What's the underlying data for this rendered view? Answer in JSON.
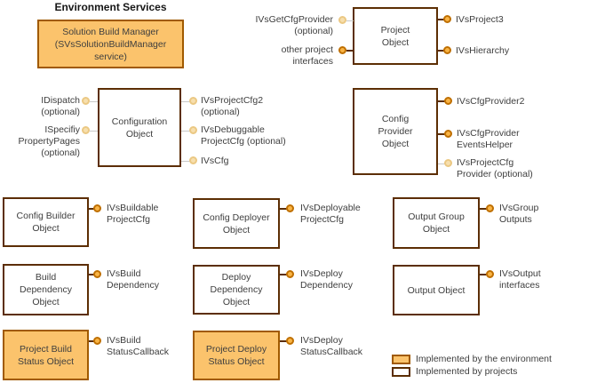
{
  "title": "Environment Services",
  "colors": {
    "environment_fill": "#FBC36C",
    "environment_border": "#A05A00",
    "project_border": "#5C2E04",
    "connector_strong": "#5C2E04",
    "connector_optional": "#C8C8C8",
    "dot_strong_fill": "#F9B445",
    "dot_strong_ring": "#BF6F00",
    "dot_optional_fill": "#F7DFAD",
    "dot_optional_ring": "#EBC883"
  },
  "boxes": {
    "solution_build_manager": "Solution Build Manager\n(SVsSolutionBuildManager\nservice)",
    "project_object": "Project\nObject",
    "configuration_object": "Configuration\nObject",
    "config_provider_object": "Config\nProvider\nObject",
    "config_builder_object": "Config Builder\nObject",
    "config_deployer_object": "Config Deployer\nObject",
    "output_group_object": "Output Group\nObject",
    "build_dependency_object": "Build\nDependency\nObject",
    "deploy_dependency_object": "Deploy\nDependency\nObject",
    "output_object": "Output Object",
    "project_build_status_object": "Project Build\nStatus Object",
    "project_deploy_status_object": "Project Deploy\nStatus Object"
  },
  "interfaces": {
    "ivs_get_cfg_provider": "IVsGetCfgProvider\n(optional)",
    "other_project_interfaces": "other project\ninterfaces",
    "ivs_project3": "IVsProject3",
    "ivs_hierarchy": "IVsHierarchy",
    "idispatch": "IDispatch\n(optional)",
    "ispecifiy_property_pages": "ISpecifiy\nPropertyPages\n(optional)",
    "ivs_project_cfg2": "IVsProjectCfg2\n(optional)",
    "ivs_debuggable_project_cfg": "IVsDebuggable\nProjectCfg (optional)",
    "ivs_cfg": "IVsCfg",
    "ivs_cfg_provider2": "IVsCfgProvider2",
    "ivs_cfg_provider_events_helper": "IVsCfgProvider\nEventsHelper",
    "ivs_project_cfg_provider": "IVsProjectCfg\nProvider (optional)",
    "ivs_buildable_project_cfg": "IVsBuildable\nProjectCfg",
    "ivs_deployable_project_cfg": "IVsDeployable\nProjectCfg",
    "ivs_group_outputs": "IVsGroup\nOutputs",
    "ivs_build_dependency": "IVsBuild\nDependency",
    "ivs_deploy_dependency": "IVsDeploy\nDependency",
    "ivs_output_interfaces": "IVsOutput\ninterfaces",
    "ivs_build_status_callback": "IVsBuild\nStatusCallback",
    "ivs_deploy_status_callback": "IVsDeploy\nStatusCallback"
  },
  "legend": {
    "environment": "Implemented by the environment",
    "projects": "Implemented by projects"
  }
}
